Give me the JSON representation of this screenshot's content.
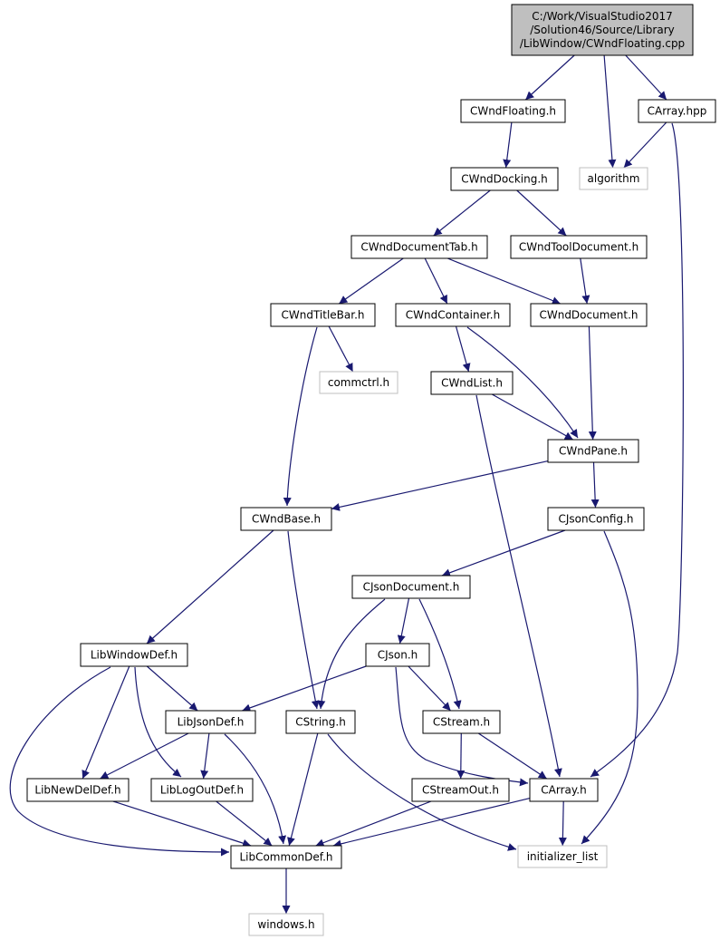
{
  "colors": {
    "edge": "#191970",
    "node_border": "#000000",
    "external_border": "#bfbfbf",
    "root_fill": "#bfbfbf",
    "fill": "#ffffff"
  },
  "nodes": {
    "root": {
      "lines": [
        "C:/Work/VisualStudio2017",
        "/Solution46/Source/Library",
        "/LibWindow/CWndFloating.cpp"
      ],
      "kind": "root"
    },
    "CWndFloating": {
      "lines": [
        "CWndFloating.h"
      ],
      "kind": "header"
    },
    "algorithm": {
      "lines": [
        "algorithm"
      ],
      "kind": "external"
    },
    "CArrayHpp": {
      "lines": [
        "CArray.hpp"
      ],
      "kind": "header"
    },
    "CWndDocking": {
      "lines": [
        "CWndDocking.h"
      ],
      "kind": "header"
    },
    "CWndDocumentTab": {
      "lines": [
        "CWndDocumentTab.h"
      ],
      "kind": "header"
    },
    "CWndToolDocument": {
      "lines": [
        "CWndToolDocument.h"
      ],
      "kind": "header"
    },
    "CWndTitleBar": {
      "lines": [
        "CWndTitleBar.h"
      ],
      "kind": "header"
    },
    "CWndContainer": {
      "lines": [
        "CWndContainer.h"
      ],
      "kind": "header"
    },
    "CWndDocument": {
      "lines": [
        "CWndDocument.h"
      ],
      "kind": "header"
    },
    "commctrl": {
      "lines": [
        "commctrl.h"
      ],
      "kind": "external"
    },
    "CWndList": {
      "lines": [
        "CWndList.h"
      ],
      "kind": "header"
    },
    "CWndPane": {
      "lines": [
        "CWndPane.h"
      ],
      "kind": "header"
    },
    "CWndBase": {
      "lines": [
        "CWndBase.h"
      ],
      "kind": "header"
    },
    "CJsonConfig": {
      "lines": [
        "CJsonConfig.h"
      ],
      "kind": "header"
    },
    "CJsonDocument": {
      "lines": [
        "CJsonDocument.h"
      ],
      "kind": "header"
    },
    "LibWindowDef": {
      "lines": [
        "LibWindowDef.h"
      ],
      "kind": "header"
    },
    "CJson": {
      "lines": [
        "CJson.h"
      ],
      "kind": "header"
    },
    "LibJsonDef": {
      "lines": [
        "LibJsonDef.h"
      ],
      "kind": "header"
    },
    "CString": {
      "lines": [
        "CString.h"
      ],
      "kind": "header"
    },
    "CStream": {
      "lines": [
        "CStream.h"
      ],
      "kind": "header"
    },
    "LibNewDelDef": {
      "lines": [
        "LibNewDelDef.h"
      ],
      "kind": "header"
    },
    "LibLogOutDef": {
      "lines": [
        "LibLogOutDef.h"
      ],
      "kind": "header"
    },
    "CStreamOut": {
      "lines": [
        "CStreamOut.h"
      ],
      "kind": "header"
    },
    "CArrayH": {
      "lines": [
        "CArray.h"
      ],
      "kind": "header"
    },
    "LibCommonDef": {
      "lines": [
        "LibCommonDef.h"
      ],
      "kind": "header"
    },
    "initializer_list": {
      "lines": [
        "initializer_list"
      ],
      "kind": "external"
    },
    "windows": {
      "lines": [
        "windows.h"
      ],
      "kind": "external"
    }
  },
  "edges": [
    [
      "root",
      "CWndFloating"
    ],
    [
      "root",
      "algorithm"
    ],
    [
      "root",
      "CArrayHpp"
    ],
    [
      "CArrayHpp",
      "algorithm"
    ],
    [
      "CArrayHpp",
      "CArrayH"
    ],
    [
      "CWndFloating",
      "CWndDocking"
    ],
    [
      "CWndDocking",
      "CWndDocumentTab"
    ],
    [
      "CWndDocking",
      "CWndToolDocument"
    ],
    [
      "CWndDocumentTab",
      "CWndTitleBar"
    ],
    [
      "CWndDocumentTab",
      "CWndContainer"
    ],
    [
      "CWndDocumentTab",
      "CWndDocument"
    ],
    [
      "CWndToolDocument",
      "CWndDocument"
    ],
    [
      "CWndTitleBar",
      "commctrl"
    ],
    [
      "CWndTitleBar",
      "CWndBase"
    ],
    [
      "CWndContainer",
      "CWndList"
    ],
    [
      "CWndContainer",
      "CWndPane"
    ],
    [
      "CWndDocument",
      "CWndPane"
    ],
    [
      "CWndList",
      "CWndPane"
    ],
    [
      "CWndList",
      "CArrayH"
    ],
    [
      "CWndPane",
      "CWndBase"
    ],
    [
      "CWndPane",
      "CJsonConfig"
    ],
    [
      "CWndBase",
      "LibWindowDef"
    ],
    [
      "CWndBase",
      "CString"
    ],
    [
      "CJsonConfig",
      "CJsonDocument"
    ],
    [
      "CJsonConfig",
      "initializer_list"
    ],
    [
      "CJsonDocument",
      "CJson"
    ],
    [
      "CJsonDocument",
      "CString"
    ],
    [
      "CJsonDocument",
      "CStream"
    ],
    [
      "LibWindowDef",
      "LibJsonDef"
    ],
    [
      "LibWindowDef",
      "LibNewDelDef"
    ],
    [
      "LibWindowDef",
      "LibLogOutDef"
    ],
    [
      "LibWindowDef",
      "LibCommonDef"
    ],
    [
      "CJson",
      "LibJsonDef"
    ],
    [
      "CJson",
      "CStream"
    ],
    [
      "CJson",
      "CArrayH"
    ],
    [
      "LibJsonDef",
      "LibNewDelDef"
    ],
    [
      "LibJsonDef",
      "LibLogOutDef"
    ],
    [
      "LibJsonDef",
      "LibCommonDef"
    ],
    [
      "CString",
      "LibCommonDef"
    ],
    [
      "CString",
      "initializer_list"
    ],
    [
      "CStream",
      "CStreamOut"
    ],
    [
      "CStream",
      "CArrayH"
    ],
    [
      "LibNewDelDef",
      "LibCommonDef"
    ],
    [
      "LibLogOutDef",
      "LibCommonDef"
    ],
    [
      "CStreamOut",
      "LibCommonDef"
    ],
    [
      "CArrayH",
      "LibCommonDef"
    ],
    [
      "CArrayH",
      "initializer_list"
    ],
    [
      "LibCommonDef",
      "windows"
    ]
  ]
}
